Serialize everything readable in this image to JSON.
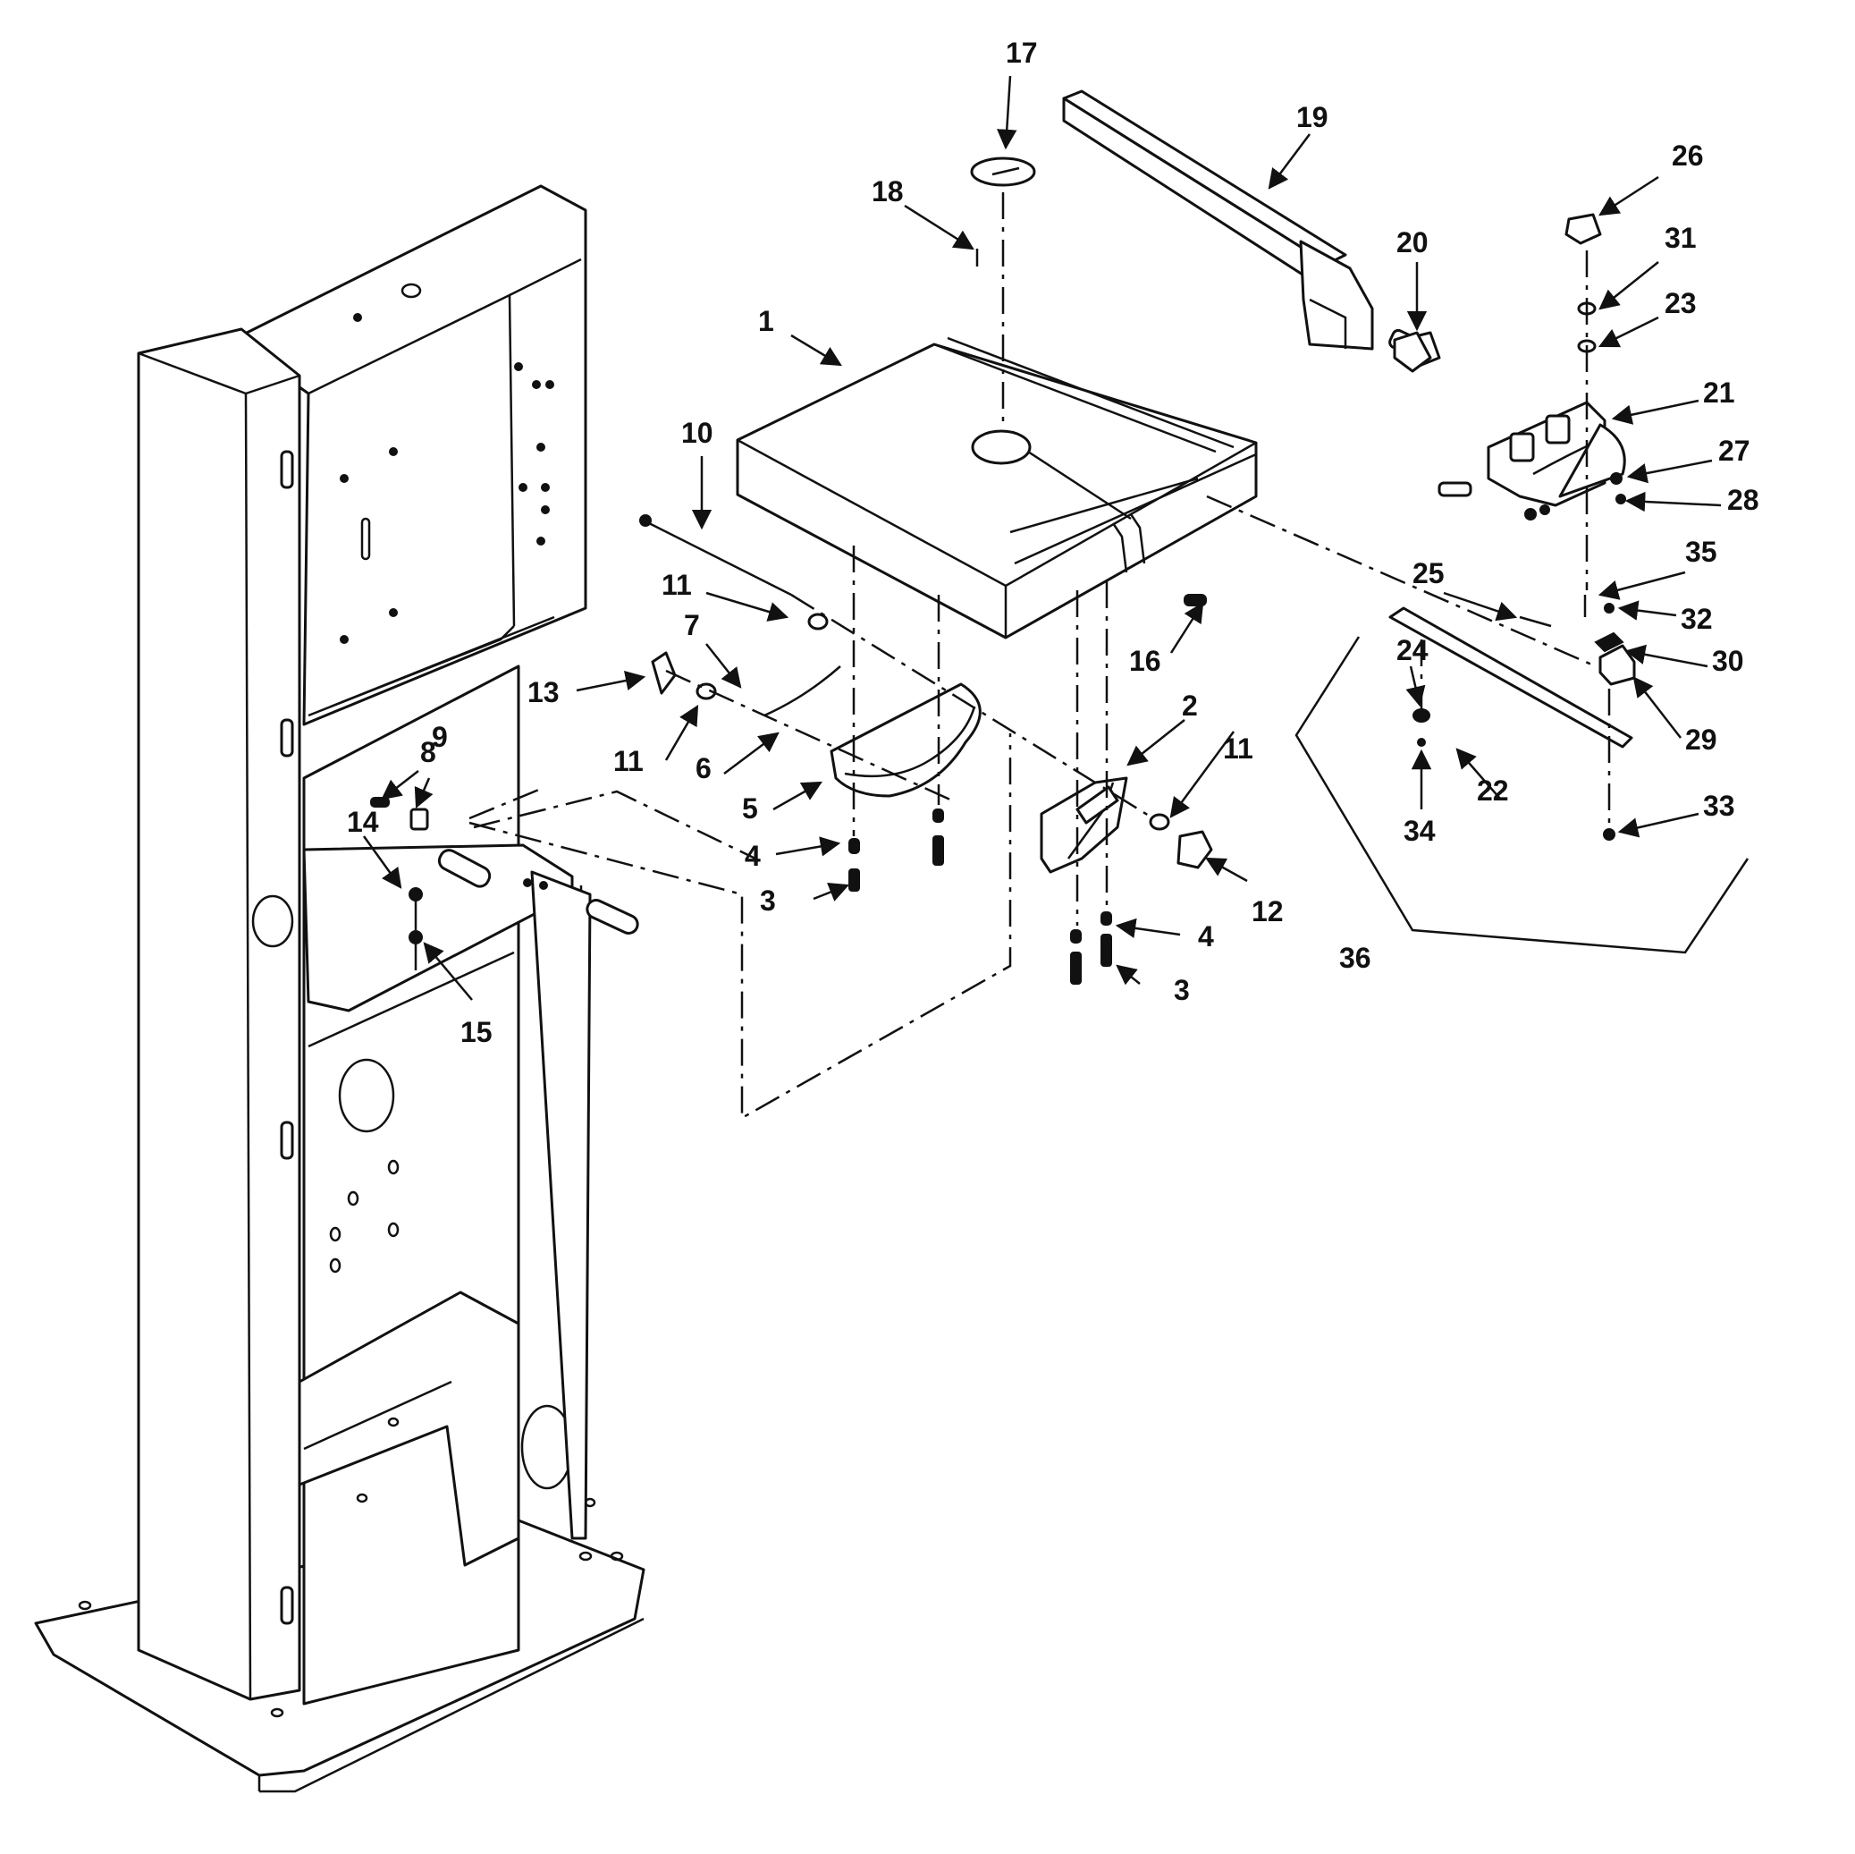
{
  "callouts": {
    "c1": "1",
    "c2": "2",
    "c3a": "3",
    "c3b": "3",
    "c4a": "4",
    "c4b": "4",
    "c5": "5",
    "c6": "6",
    "c7": "7",
    "c8": "8",
    "c9": "9",
    "c10": "10",
    "c11a": "11",
    "c11b": "11",
    "c11c": "11",
    "c12": "12",
    "c13": "13",
    "c14": "14",
    "c15": "15",
    "c16": "16",
    "c17": "17",
    "c18": "18",
    "c19": "19",
    "c20": "20",
    "c21": "21",
    "c22": "22",
    "c23": "23",
    "c24": "24",
    "c25": "25",
    "c26": "26",
    "c27": "27",
    "c28": "28",
    "c29": "29",
    "c30": "30",
    "c31": "31",
    "c32": "32",
    "c33": "33",
    "c34": "34",
    "c35": "35",
    "c36": "36"
  },
  "colors": {
    "ink": "#111111",
    "paper": "#ffffff"
  }
}
